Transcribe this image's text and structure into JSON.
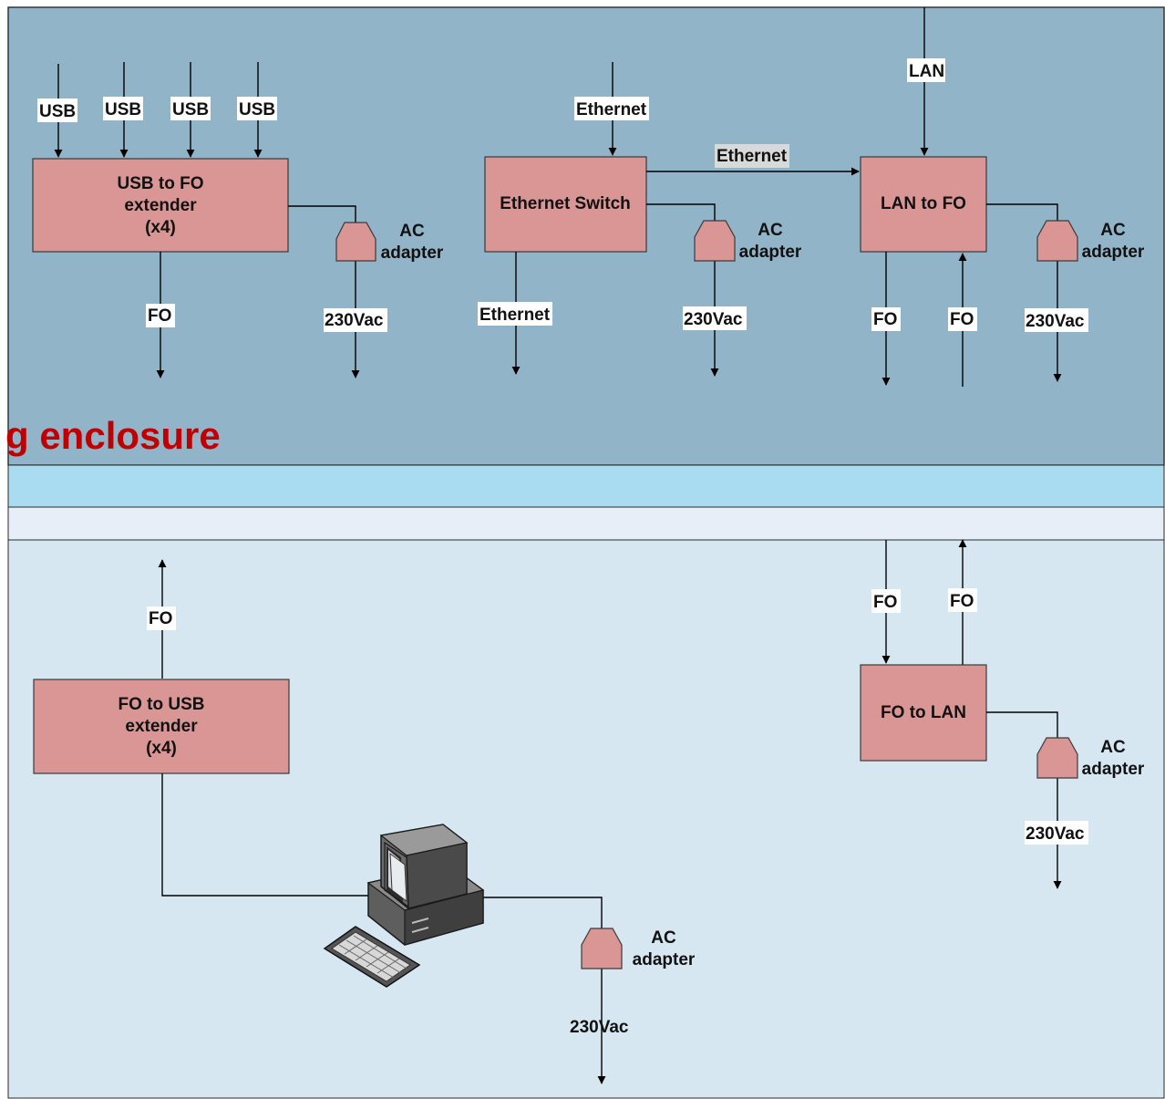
{
  "enclosure_label": "g enclosure",
  "colors": {
    "top_region": "#92b4c8",
    "band": "#aadcf1",
    "strip": "#e8eef8",
    "bottom_region": "#d6e7f2",
    "device": "#da9694",
    "enclosure_text": "#c00000"
  },
  "boxes": {
    "usb_to_fo": [
      "USB to FO",
      "extender",
      "(x4)"
    ],
    "ethernet_switch": [
      "Ethernet Switch"
    ],
    "lan_to_fo": [
      "LAN to FO"
    ],
    "fo_to_usb": [
      "FO to USB",
      "extender",
      "(x4)"
    ],
    "fo_to_lan": [
      "FO to LAN"
    ]
  },
  "adapter": {
    "line1": "AC",
    "line2": "adapter"
  },
  "labels": {
    "usb": "USB",
    "ethernet": "Ethernet",
    "lan": "LAN",
    "fo": "FO",
    "power": "230Vac"
  },
  "icons": {
    "computer": "desktop-computer-icon",
    "keyboard": "keyboard-icon"
  }
}
